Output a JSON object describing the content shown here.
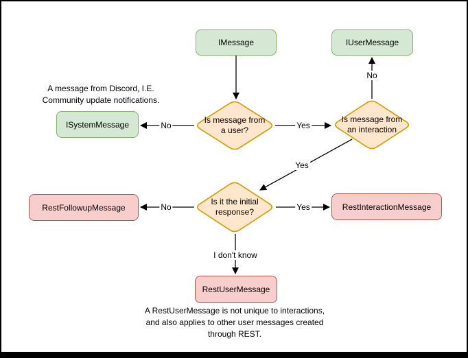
{
  "frame": {
    "background": "#ffffff",
    "border_color": "#000000"
  },
  "palette": {
    "green_fill": "#d5e8d4",
    "green_stroke": "#82b366",
    "orange_fill": "#ffe6cc",
    "orange_stroke": "#d79b00",
    "red_fill": "#f8cecc",
    "red_stroke": "#b85450",
    "edge_color": "#000000",
    "text_color": "#000000"
  },
  "nodes": {
    "imessage": "IMessage",
    "iusermessage": "IUserMessage",
    "isystemmessage": "ISystemMessage",
    "restfollowupmessage": "RestFollowupMessage",
    "restinteractionmessage": "RestInteractionMessage",
    "restusermessage": "RestUserMessage"
  },
  "decisions": {
    "from_user": {
      "line1": "Is message from",
      "line2": "a user?"
    },
    "from_interaction": {
      "line1": "Is message from",
      "line2": "an interaction"
    },
    "initial_response": {
      "line1": "Is it the initial",
      "line2": "response?"
    }
  },
  "edge_labels": {
    "user_no": "No",
    "user_yes": "Yes",
    "interaction_no": "No",
    "interaction_yes": "Yes",
    "initial_no": "No",
    "initial_yes": "Yes",
    "initial_unknown": "I don't know"
  },
  "notes": {
    "system_note": {
      "lines": [
        "A message from Discord, I.E.",
        "Community update notifications."
      ]
    },
    "rest_note": {
      "lines": [
        "A RestUserMessage is not unique to interactions,",
        "and also applies to other user messages created",
        "through REST."
      ]
    }
  }
}
